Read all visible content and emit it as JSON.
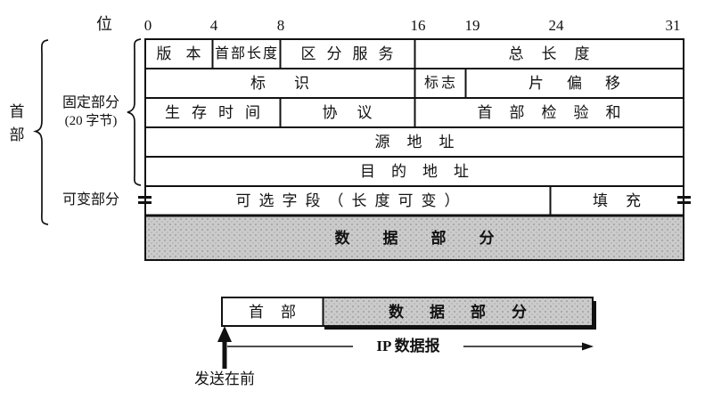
{
  "figure": {
    "bit_axis": {
      "unit": "位",
      "ticks": [
        "0",
        "4",
        "8",
        "16",
        "19",
        "24",
        "31"
      ]
    },
    "left": {
      "header": "首部",
      "fixed_line1": "固定部分",
      "fixed_line2": "(20 字节)",
      "variable": "可变部分"
    },
    "header_table": {
      "rows": [
        {
          "fields": [
            "版本",
            "首部长度",
            "区分服务",
            "总长度"
          ]
        },
        {
          "fields": [
            "标识",
            "标志",
            "片偏移"
          ]
        },
        {
          "fields": [
            "生存时间",
            "协议",
            "首部检验和"
          ]
        },
        {
          "fields": [
            "源地址"
          ]
        },
        {
          "fields": [
            "目的地址"
          ]
        },
        {
          "fields": [
            "可选字段（长度可变）",
            "填充"
          ]
        },
        {
          "fields": [
            "数据部分"
          ]
        }
      ]
    },
    "datagram_strip": {
      "header": "首部",
      "data": "数据部分"
    },
    "annotations": {
      "span_label": "IP 数据报",
      "sent_first": "发送在前"
    },
    "colors": {
      "ink": "#111111",
      "gray_fill": "#cbcbcb",
      "background": "#ffffff"
    }
  }
}
